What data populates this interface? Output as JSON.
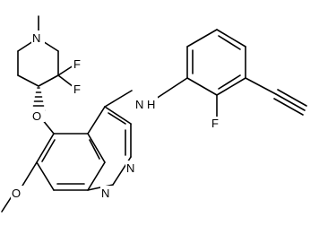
{
  "structure": {
    "atoms": {
      "n_piperidine": "N",
      "methyl": "",
      "f1": "F",
      "f2": "F",
      "o_ether": "O",
      "o_methoxy": "O",
      "n_amine": "N",
      "h_amine": "H",
      "n3": "N",
      "n1": "N",
      "f_aryl": "F"
    }
  }
}
